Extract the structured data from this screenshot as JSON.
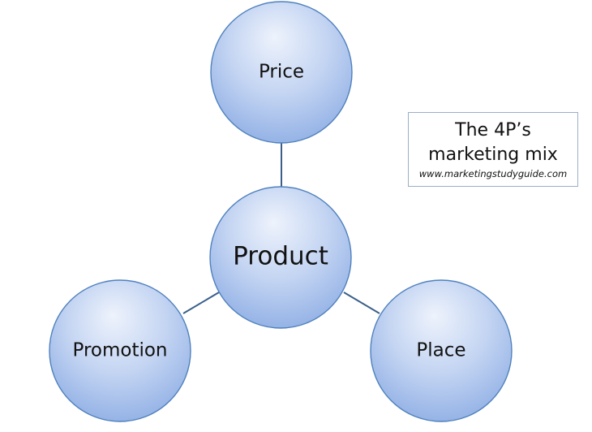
{
  "diagram": {
    "nodes": {
      "price": "Price",
      "product": "Product",
      "promotion": "Promotion",
      "place": "Place"
    },
    "colors": {
      "bubble_light": "#eef3fc",
      "bubble_dark": "#95b3e6",
      "bubble_border": "#4f81bd",
      "connector": "#3a5f8a"
    }
  },
  "title_box": {
    "line1": "The 4P’s",
    "line2": "marketing mix",
    "url": "www.marketingstudyguide.com"
  }
}
